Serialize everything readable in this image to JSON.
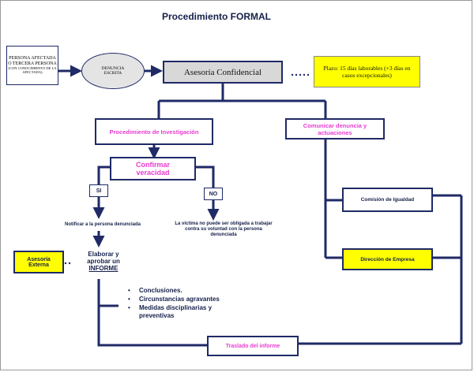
{
  "title": "Procedimiento FORMAL",
  "persona": {
    "line1": "PERSONA AFECTADA",
    "line2": "O TERCERA PERSONA",
    "line3": "(CON CONOCIMIENTO DE LA AFECTADA)"
  },
  "denuncia": "DENUNCIA ESCRITA",
  "asesoria_confidencial": "Asesoría Confidencial",
  "dots": "……",
  "plazo": "Plazo: 15 días laborables (+3 días en casos excepcionales)",
  "procedimiento": "Procedimiento de Investigación",
  "comunicar": "Comunicar denuncia y actuaciones",
  "confirmar": "Confirmar veracidad",
  "si": "SI",
  "no": "NO",
  "notificar": "Notificar a la persona denunciada",
  "victima": "La víctima no puede ser obligada a trabajar contra su voluntad con la persona denunciada",
  "comision": "Comisión de Igualdad",
  "direccion": "Dirección de Empresa",
  "asesoria_externa": "Asesoría Externa",
  "elaborar": "Elaborar y aprobar un",
  "informe": "INFORME",
  "bullets": [
    "Conclusiones.",
    "Circunstancias agravantes",
    "Medidas disciplinarias y preventivas"
  ],
  "traslado": "Traslado del informe",
  "colors": {
    "navy": "#1f2a66",
    "pink": "#e83cd0",
    "yellow": "#ffff00",
    "grey": "#d8d8d8"
  }
}
